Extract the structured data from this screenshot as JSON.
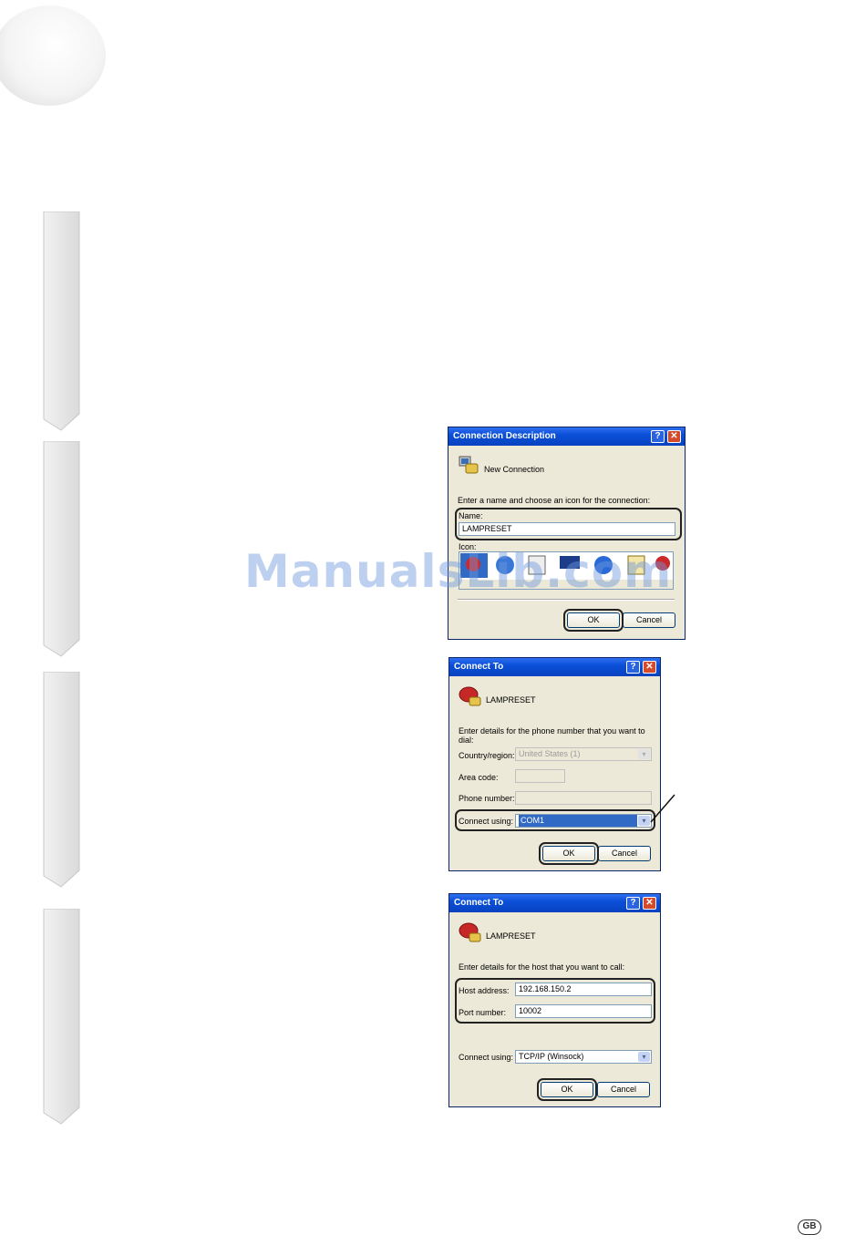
{
  "dialog_connection_description": {
    "title": "Connection Description",
    "heading": "New Connection",
    "instruction": "Enter a name and choose an icon for the connection:",
    "name_label": "Name:",
    "name_value": "LAMPRESET",
    "icon_label": "Icon:",
    "ok_label": "OK",
    "cancel_label": "Cancel"
  },
  "dialog_connect_to_phone": {
    "title": "Connect To",
    "heading": "LAMPRESET",
    "instruction": "Enter details for the phone number that you want to dial:",
    "country_label": "Country/region:",
    "country_value": "United States (1)",
    "area_label": "Area code:",
    "phone_label": "Phone number:",
    "connect_label": "Connect using:",
    "connect_value": "COM1",
    "ok_label": "OK",
    "cancel_label": "Cancel"
  },
  "dialog_connect_to_host": {
    "title": "Connect To",
    "heading": "LAMPRESET",
    "instruction": "Enter details for the host that you want to call:",
    "host_label": "Host address:",
    "host_value": "192.168.150.2",
    "port_label": "Port number:",
    "port_value": "10002",
    "connect_label": "Connect using:",
    "connect_value": "TCP/IP (Winsock)",
    "ok_label": "OK",
    "cancel_label": "Cancel"
  },
  "watermark": "ManualsLib.com",
  "page_badge": "GB",
  "colors": {
    "titlebar": "#0a4fd8",
    "dialog_bg": "#ece9d8",
    "watermark": "#6e96dc"
  }
}
